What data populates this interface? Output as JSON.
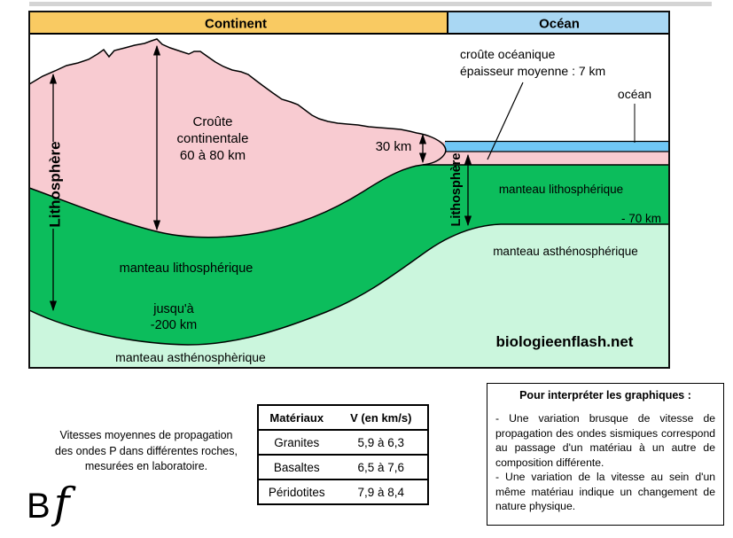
{
  "header": {
    "continent": "Continent",
    "ocean": "Océan"
  },
  "diagram": {
    "lithosphere_left": "Lithosphère",
    "lithosphere_right": "Lithosphère",
    "croute_line1": "Croûte",
    "croute_line2": "continentale",
    "croute_line3": "60 à 80 km",
    "thickness_30km": "30 km",
    "oceanic_crust_line1": "croûte océanique",
    "oceanic_crust_line2": "épaisseur moyenne : 7 km",
    "ocean_label": "océan",
    "mantle_litho_left": "manteau lithosphérique",
    "mantle_litho_right": "manteau lithosphérique",
    "jusqua_line1": "jusqu'à",
    "jusqua_line2": "-200 km",
    "depth_70km": "- 70 km",
    "mantle_astheno_right": "manteau asthénosphérique",
    "mantle_astheno_bottom": "manteau asthénosphèrique",
    "watermark": "biologieenflash.net"
  },
  "colors": {
    "continent_header": "#F9CA62",
    "ocean_header": "#A9D7F3",
    "ocean_water": "#70C7F5",
    "crust_pink": "#F8CBD1",
    "mantle_green": "#0CBD5C",
    "asthenosphere_green": "#CBF6DD"
  },
  "speed_note": {
    "line1": "Vitesses moyennes de propagation",
    "line2": "des ondes P dans différentes roches,",
    "line3": "mesurées en laboratoire."
  },
  "table": {
    "headers": [
      "Matériaux",
      "V (en km/s)"
    ],
    "rows": [
      [
        "Granites",
        "5,9 à 6,3"
      ],
      [
        "Basaltes",
        "6,5 à 7,6"
      ],
      [
        "Péridotites",
        "7,9 à 8,4"
      ]
    ]
  },
  "interpretation": {
    "title": "Pour interpréter les graphiques :",
    "para1": "- Une variation brusque de vitesse de propagation des ondes sismiques correspond au passage d'un matériau à un autre de composition différente.",
    "para2": "- Une variation de la vitesse au sein d'un même matériau indique un changement de nature physique."
  },
  "logo": {
    "b": "B",
    "f": "f"
  }
}
